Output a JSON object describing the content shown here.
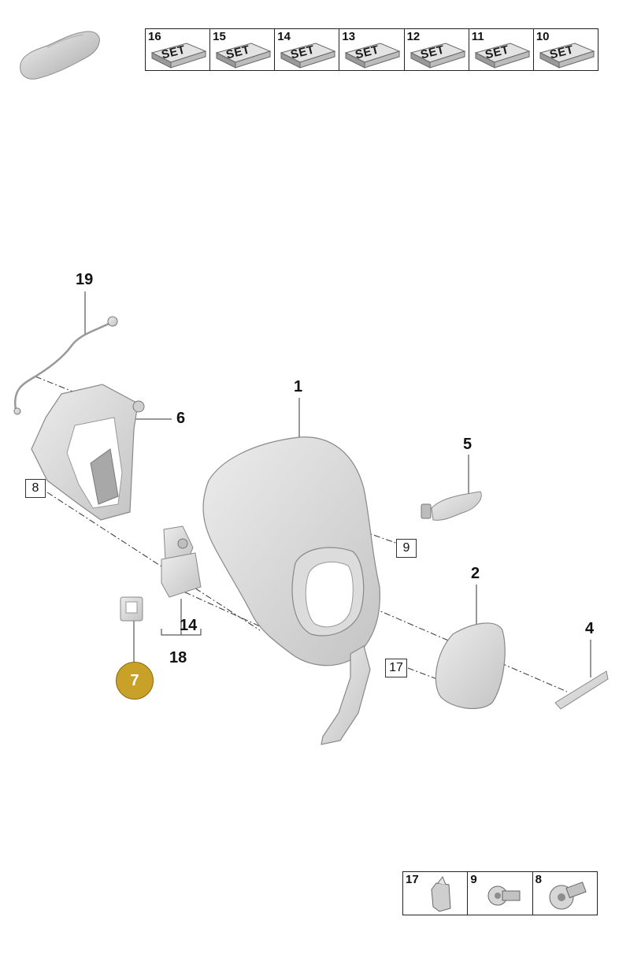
{
  "set_strip": {
    "cells": [
      {
        "number": "16",
        "label": "SET"
      },
      {
        "number": "15",
        "label": "SET"
      },
      {
        "number": "14",
        "label": "SET"
      },
      {
        "number": "13",
        "label": "SET"
      },
      {
        "number": "12",
        "label": "SET"
      },
      {
        "number": "11",
        "label": "SET"
      },
      {
        "number": "10",
        "label": "SET"
      }
    ]
  },
  "callouts": {
    "c19": "19",
    "c6": "6",
    "c1": "1",
    "c5": "5",
    "c8": "8",
    "c9": "9",
    "c2": "2",
    "c4": "4",
    "c14": "14",
    "c18": "18",
    "c17": "17",
    "c7": "7"
  },
  "fastener_strip": {
    "cells": [
      {
        "number": "17",
        "icon": "clip-nut-icon"
      },
      {
        "number": "9",
        "icon": "screw-icon"
      },
      {
        "number": "8",
        "icon": "flange-bolt-icon"
      }
    ]
  },
  "colors": {
    "part_fill": "#d9d9d9",
    "part_stroke": "#8c8c8c",
    "highlight_callout": "#c9a028"
  }
}
